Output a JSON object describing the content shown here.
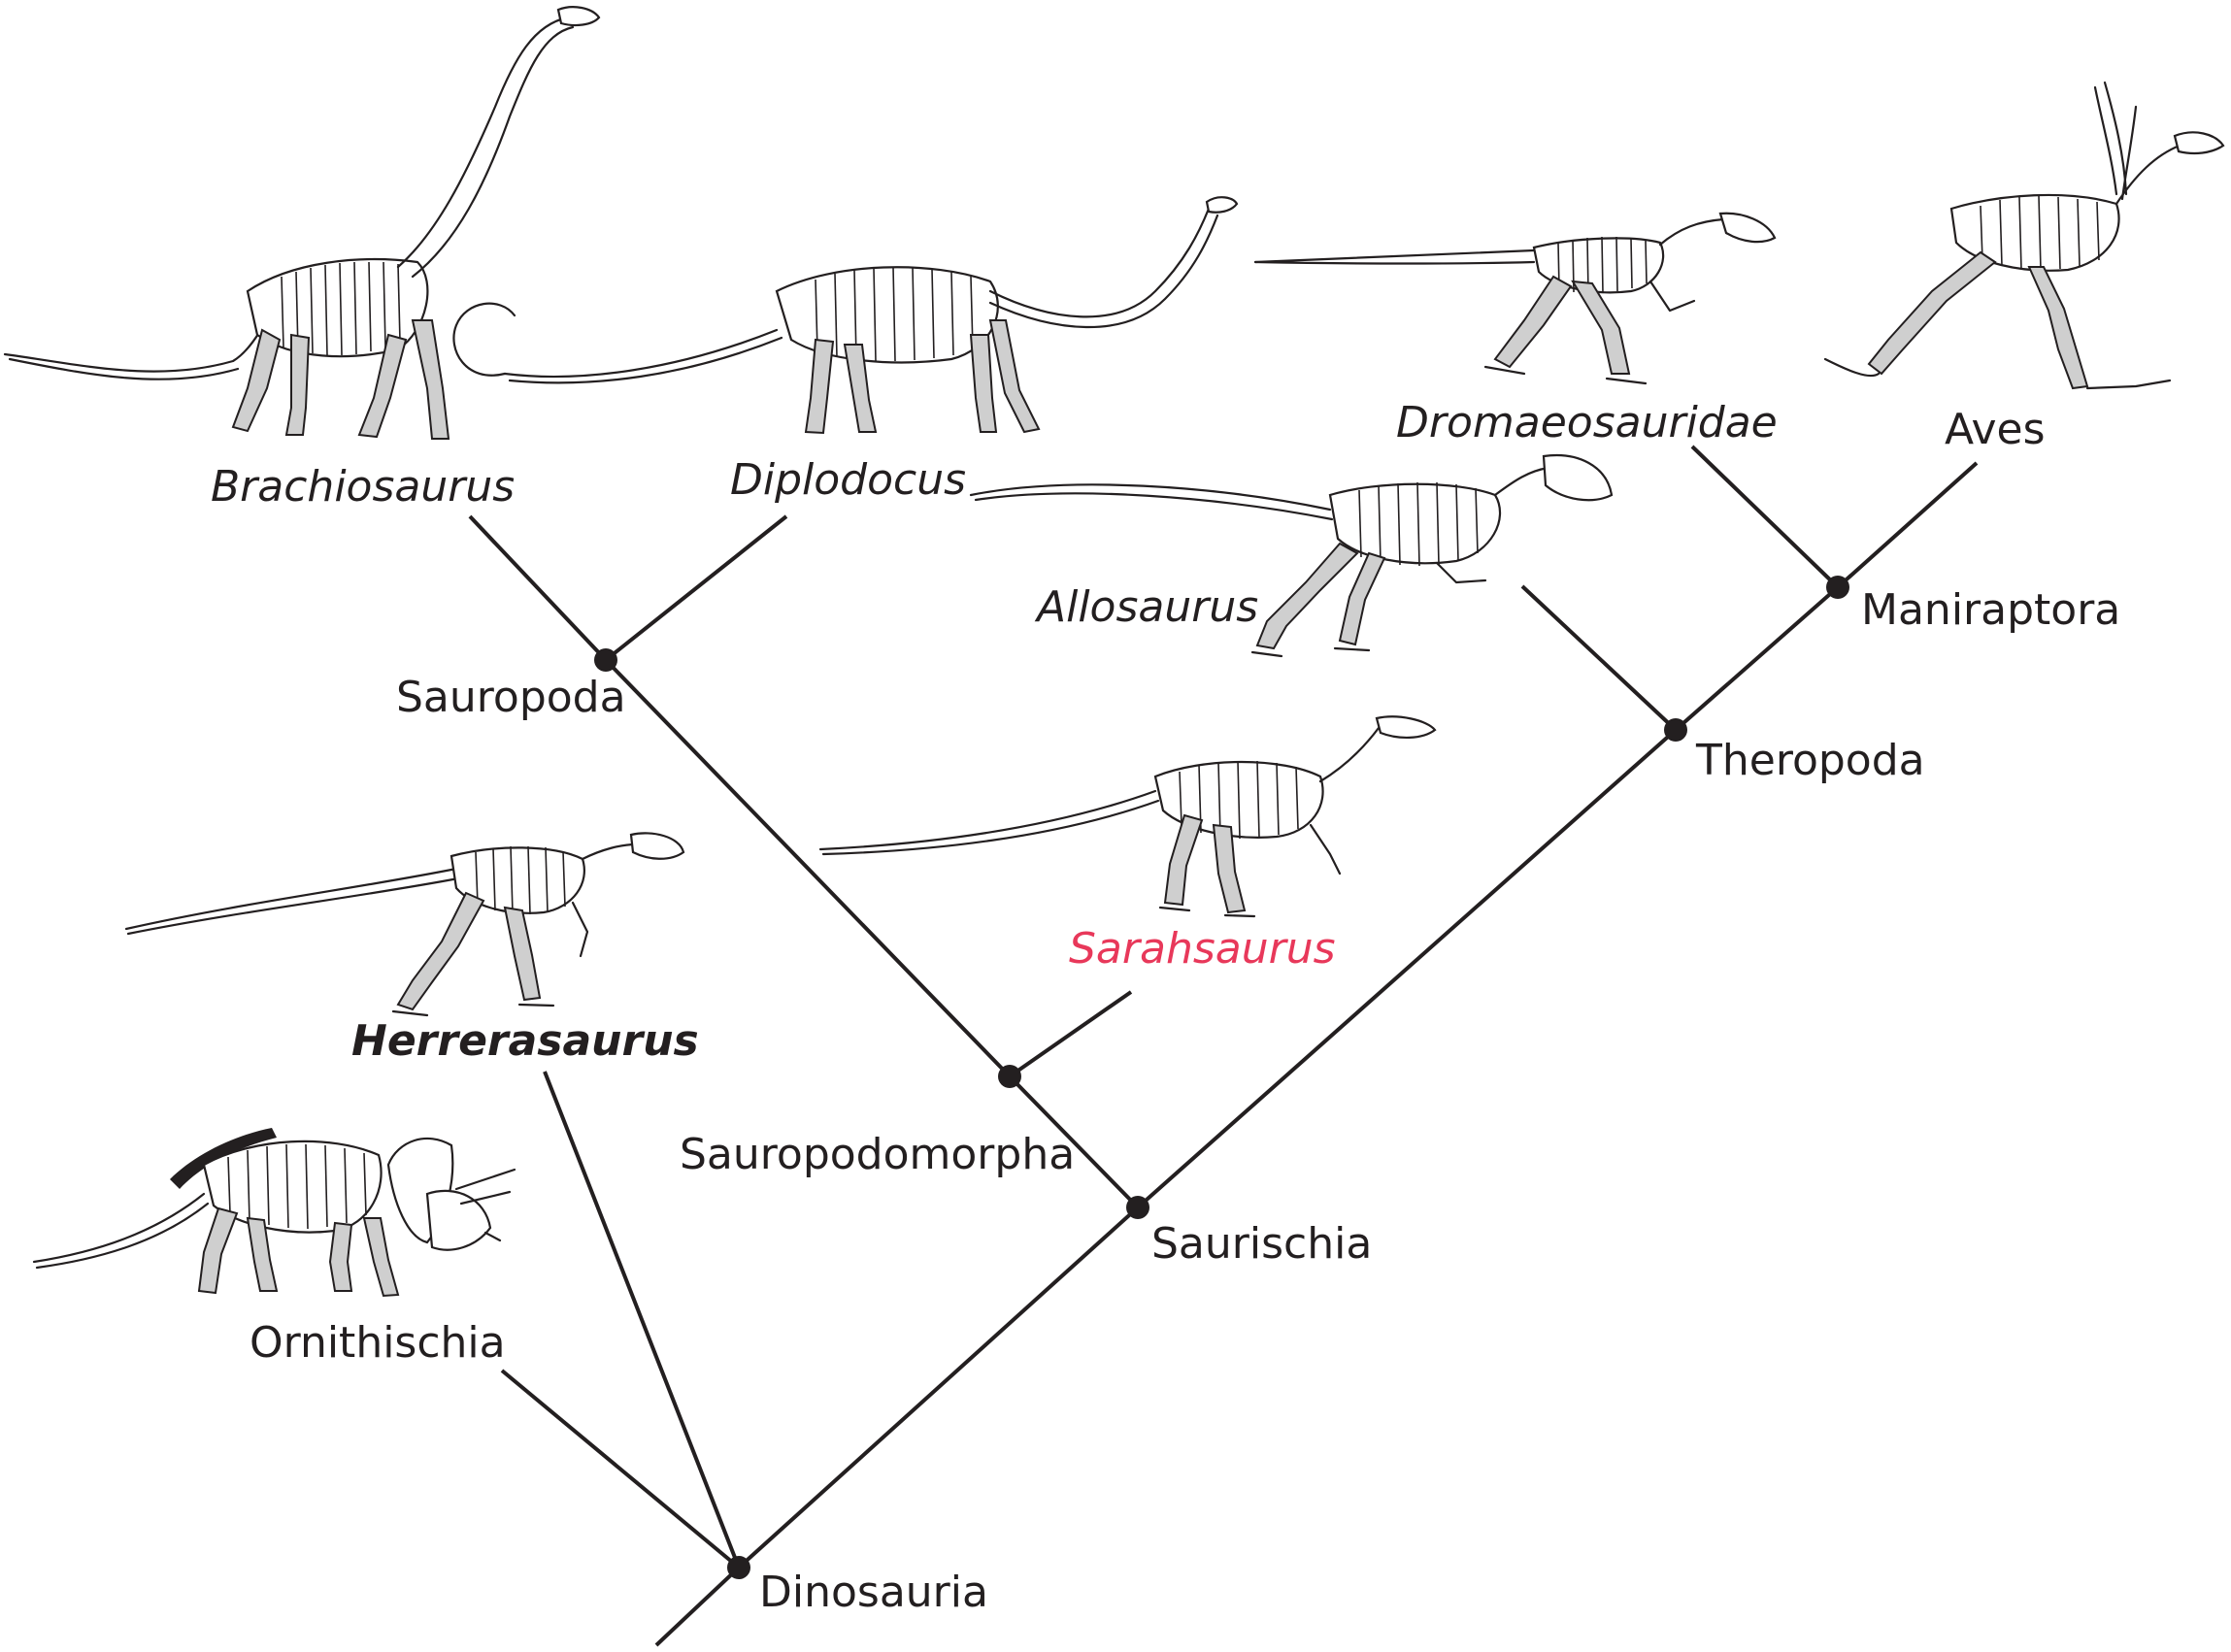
{
  "colors": {
    "line": "#231f20",
    "highlight": "#e8385a",
    "bone": "#ffffff",
    "limb_shade": "#cfcfcf"
  },
  "taxa": {
    "brachiosaurus": "Brachiosaurus",
    "diplodocus": "Diplodocus",
    "dromaeosauridae": "Dromaeosauridae",
    "aves": "Aves",
    "allosaurus": "Allosaurus",
    "sarahsaurus": "Sarahsaurus",
    "herrerasaurus": "Herrerasaurus",
    "ornithischia": "Ornithischia"
  },
  "clades": {
    "sauropoda": "Sauropoda",
    "maniraptora": "Maniraptora",
    "theropoda": "Theropoda",
    "sauropodomorpha": "Sauropodomorpha",
    "saurischia": "Saurischia",
    "dinosauria": "Dinosauria"
  },
  "icons": [
    "brachiosaurus-skeleton-icon",
    "diplodocus-skeleton-icon",
    "dromaeosaur-skeleton-icon",
    "bird-skeleton-icon",
    "allosaurus-skeleton-icon",
    "sarahsaurus-skeleton-icon",
    "herrerasaurus-skeleton-icon",
    "triceratops-skeleton-icon"
  ]
}
